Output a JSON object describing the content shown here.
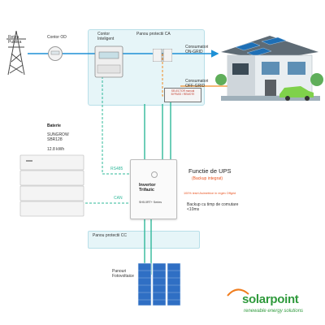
{
  "grid": {
    "label": "Retea Publica",
    "meter_label": "Contor OD"
  },
  "ac_panel": {
    "label": "Panou protectii CA",
    "smart_meter_label": "Contor Inteligent",
    "switch_label": "SELECTOR manual\nBYPASS / REMOTE"
  },
  "loads": {
    "on_grid": "Consumatori\nON-GRID",
    "off_grid": "Consumatori\nOFF-GRID"
  },
  "battery": {
    "title": "Baterie",
    "model": "SUNGROW\nSBR128",
    "capacity": "12.8 kWh",
    "link_rs485": "RS485",
    "link_can": "CAN"
  },
  "inverter": {
    "title": "Invertor\nTrifazic",
    "series": "SH5.0RT+ Series"
  },
  "ups": {
    "title": "Functie de UPS",
    "subtitle": "(Backup integrat)",
    "line1": "100% iesiri Asimetrice in regim Offgrid",
    "line2": "Backup cu timp de comutare\n<10ms"
  },
  "dc_panel": {
    "label": "Panou protectii CC"
  },
  "pv": {
    "label": "Panouri\nFotovoltaice"
  },
  "brand": {
    "name": "solarpoint",
    "tagline": "renewable energy solutions"
  },
  "colors": {
    "ac_line": "#1e90d6",
    "link_line": "#2fb89a",
    "load_line": "#f08a24",
    "panel_bg": "#e6f5f8",
    "ups_title": "#222222",
    "ups_subtitle": "#e8531f",
    "brand_green": "#2f9a3c",
    "brand_orange": "#f07d1e"
  }
}
